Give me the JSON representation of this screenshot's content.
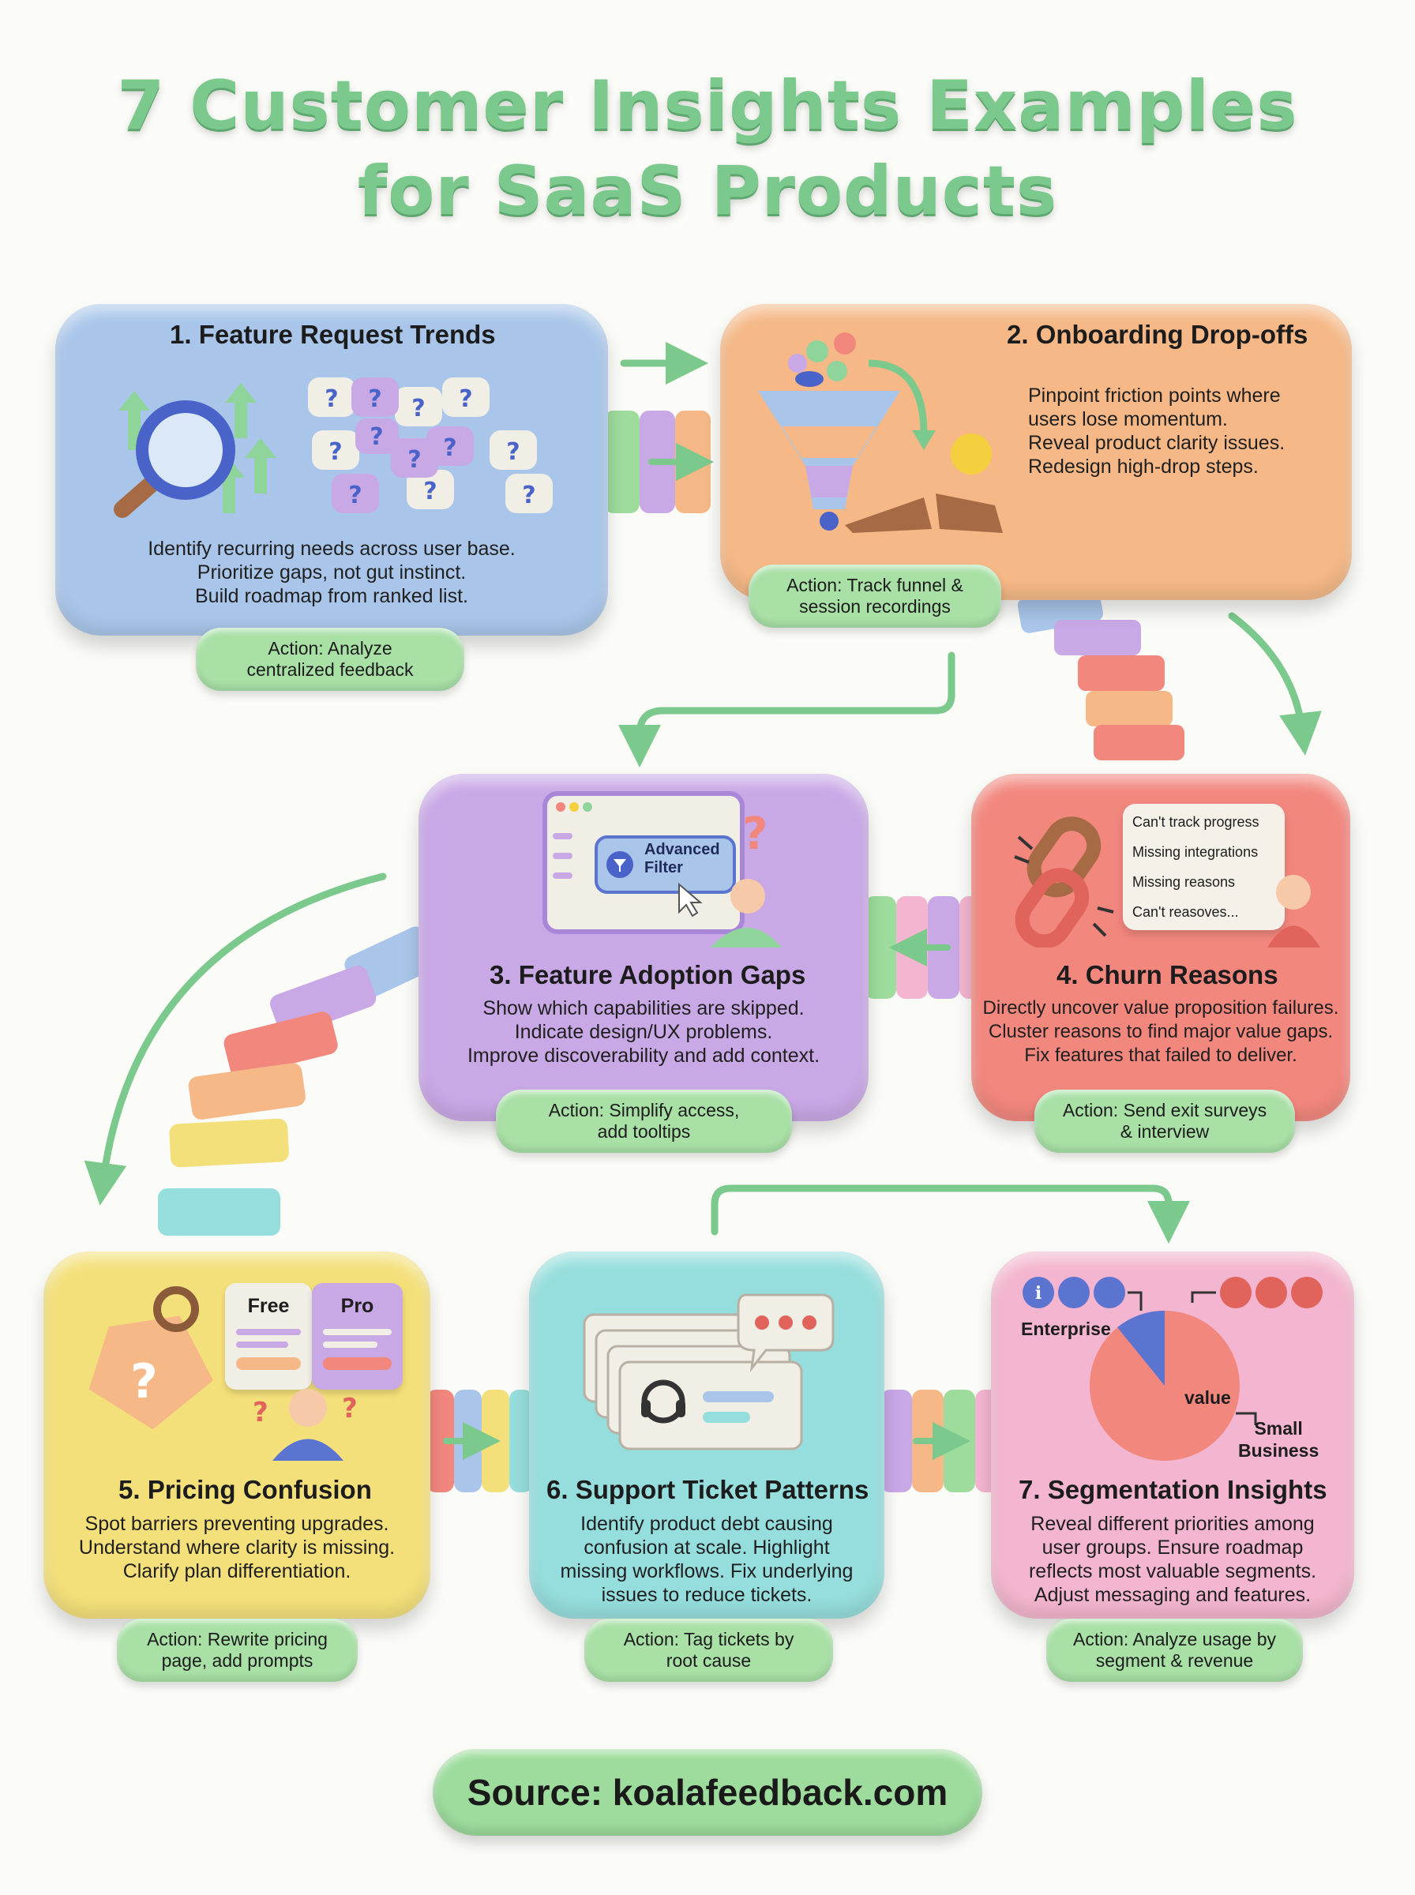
{
  "title": {
    "line1": "7 Customer Insights Examples",
    "line2": "for SaaS Products"
  },
  "cards": [
    {
      "title": "1. Feature Request Trends",
      "body": [
        "Identify recurring needs across user base.",
        "Prioritize gaps, not gut instinct.",
        "Build roadmap from ranked list."
      ],
      "action": [
        "Action: Analyze",
        "centralized feedback"
      ],
      "color": "#a9c6ea"
    },
    {
      "title": "2. Onboarding Drop-offs",
      "body": [
        "Pinpoint friction points where",
        "users lose momentum.",
        "Reveal product clarity issues.",
        "Redesign high-drop steps."
      ],
      "action": [
        "Action: Track funnel &",
        "session recordings"
      ],
      "color": "#f5b886"
    },
    {
      "title": "3. Feature Adoption Gaps",
      "body": [
        "Show which capabilities are skipped.",
        "Indicate design/UX problems.",
        "Improve discoverability and add context."
      ],
      "action": [
        "Action: Simplify access,",
        "add tooltips"
      ],
      "illustration_text": [
        "Advanced",
        "Filter"
      ],
      "color": "#c9a8e6"
    },
    {
      "title": "4. Churn Reasons",
      "body": [
        "Directly uncover value proposition failures.",
        "Cluster reasons to find major value gaps.",
        "Fix features that failed to deliver."
      ],
      "action": [
        "Action: Send exit surveys",
        "& interview"
      ],
      "illustration_text": [
        "Can't track progress",
        "Missing integrations",
        "Missing reasons",
        "Can't reasoves..."
      ],
      "color": "#f2877e"
    },
    {
      "title": "5. Pricing Confusion",
      "body": [
        "Spot barriers preventing upgrades.",
        "Understand where clarity is missing.",
        "Clarify plan differentiation."
      ],
      "action": [
        "Action: Rewrite pricing",
        "page, add prompts"
      ],
      "illustration_text": [
        "Free",
        "Pro"
      ],
      "color": "#f4e07a"
    },
    {
      "title": "6. Support Ticket Patterns",
      "body": [
        "Identify product debt causing",
        "confusion at scale. Highlight",
        "missing workflows. Fix underlying",
        "issues to reduce tickets."
      ],
      "action": [
        "Action: Tag tickets by",
        "root cause"
      ],
      "color": "#95dedd"
    },
    {
      "title": "7. Segmentation Insights",
      "body": [
        "Reveal different priorities among",
        "user groups. Ensure roadmap",
        "reflects most valuable segments.",
        "Adjust messaging and features."
      ],
      "action": [
        "Action: Analyze usage by",
        "segment & revenue"
      ],
      "illustration_text": [
        "Enterprise",
        "value",
        "Small",
        "Business"
      ],
      "color": "#f3b5cf"
    }
  ],
  "source": "Source: koalafeedback.com",
  "accent": "#7cc98d",
  "pill_color": "#a8e0a6"
}
